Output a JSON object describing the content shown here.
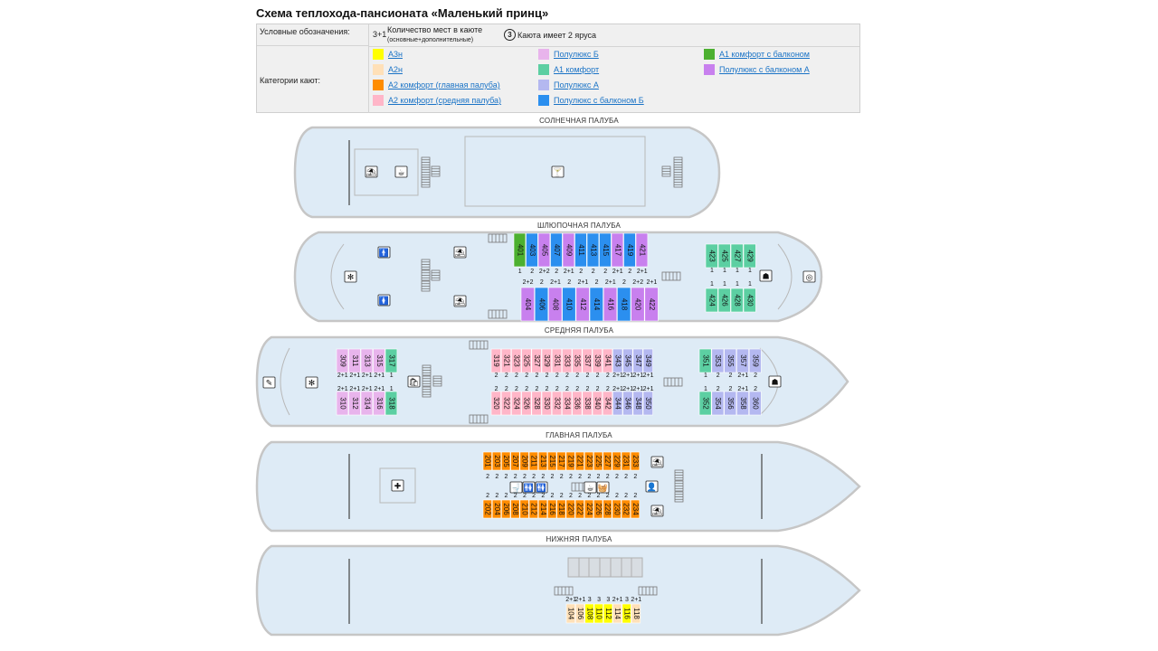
{
  "title": "Схема теплохода-пансионата «Маленький принц»",
  "legend": {
    "symbols_label": "Условные обозначения:",
    "categories_label": "Категории кают:",
    "example_places": "3+1",
    "places_desc": "Количество мест в каюте",
    "places_sub": "(основные+дополнительные)",
    "tier_icon": "3",
    "tier_desc": "Каюта имеет 2 яруса",
    "categories": [
      {
        "name": "А3н",
        "color": "#ffff00"
      },
      {
        "name": "А2н",
        "color": "#ffe0b8"
      },
      {
        "name": "А2 комфорт (главная палуба)",
        "color": "#ff8c00"
      },
      {
        "name": "А2 комфорт (средняя палуба)",
        "color": "#ffb6c8"
      },
      {
        "name": "Полулюкс Б",
        "color": "#e8b4ec"
      },
      {
        "name": "А1 комфорт",
        "color": "#5ccfa2"
      },
      {
        "name": "Полулюкс А",
        "color": "#b4b8f0"
      },
      {
        "name": "Полулюкс с балконом Б",
        "color": "#2b8fef"
      },
      {
        "name": "А1 комфорт с балконом",
        "color": "#4cb030"
      },
      {
        "name": "Полулюкс с балконом А",
        "color": "#c880ee"
      }
    ]
  },
  "decks": {
    "sun": "СОЛНЕЧНАЯ ПАЛУБА",
    "boat": "ШЛЮПОЧНАЯ ПАЛУБА",
    "middle": "СРЕДНЯЯ ПАЛУБА",
    "main": "ГЛАВНАЯ ПАЛУБА",
    "lower": "НИЖНЯЯ ПАЛУБА"
  },
  "cabins": {
    "boat_top": [
      {
        "n": "401",
        "c": "#4cb030",
        "o": "1"
      },
      {
        "n": "403",
        "c": "#2b8fef",
        "o": "2"
      },
      {
        "n": "405",
        "c": "#c880ee",
        "o": "2+2"
      },
      {
        "n": "407",
        "c": "#2b8fef",
        "o": "2"
      },
      {
        "n": "409",
        "c": "#c880ee",
        "o": "2+1"
      },
      {
        "n": "411",
        "c": "#2b8fef",
        "o": "2"
      },
      {
        "n": "413",
        "c": "#2b8fef",
        "o": "2"
      },
      {
        "n": "415",
        "c": "#2b8fef",
        "o": "2"
      },
      {
        "n": "417",
        "c": "#c880ee",
        "o": "2+1"
      },
      {
        "n": "419",
        "c": "#2b8fef",
        "o": "2"
      },
      {
        "n": "421",
        "c": "#c880ee",
        "o": "2+1"
      }
    ],
    "boat_bottom": [
      {
        "n": "404",
        "c": "#c880ee",
        "o": "2+2"
      },
      {
        "n": "406",
        "c": "#2b8fef",
        "o": "2"
      },
      {
        "n": "408",
        "c": "#c880ee",
        "o": "2+1"
      },
      {
        "n": "410",
        "c": "#2b8fef",
        "o": "2"
      },
      {
        "n": "412",
        "c": "#c880ee",
        "o": "2+1"
      },
      {
        "n": "414",
        "c": "#2b8fef",
        "o": "2"
      },
      {
        "n": "416",
        "c": "#c880ee",
        "o": "2+1"
      },
      {
        "n": "418",
        "c": "#2b8fef",
        "o": "2"
      },
      {
        "n": "420",
        "c": "#c880ee",
        "o": "2+2"
      },
      {
        "n": "422",
        "c": "#c880ee",
        "o": "2+1"
      }
    ],
    "boat_right_top": [
      {
        "n": "423",
        "c": "#5ccfa2",
        "o": "1"
      },
      {
        "n": "425",
        "c": "#5ccfa2",
        "o": "1"
      },
      {
        "n": "427",
        "c": "#5ccfa2",
        "o": "1"
      },
      {
        "n": "429",
        "c": "#5ccfa2",
        "o": "1"
      }
    ],
    "boat_right_bottom": [
      {
        "n": "424",
        "c": "#5ccfa2",
        "o": "1"
      },
      {
        "n": "426",
        "c": "#5ccfa2",
        "o": "1"
      },
      {
        "n": "428",
        "c": "#5ccfa2",
        "o": "1"
      },
      {
        "n": "430",
        "c": "#5ccfa2",
        "o": "1"
      }
    ],
    "mid_left_top": [
      {
        "n": "309",
        "c": "#e8b4ec",
        "o": "2+1"
      },
      {
        "n": "311",
        "c": "#e8b4ec",
        "o": "2+1"
      },
      {
        "n": "313",
        "c": "#e8b4ec",
        "o": "2+1"
      },
      {
        "n": "315",
        "c": "#e8b4ec",
        "o": "2+1"
      },
      {
        "n": "317",
        "c": "#5ccfa2",
        "o": "1"
      }
    ],
    "mid_left_bottom": [
      {
        "n": "310",
        "c": "#e8b4ec",
        "o": "2+1"
      },
      {
        "n": "312",
        "c": "#e8b4ec",
        "o": "2+1"
      },
      {
        "n": "314",
        "c": "#e8b4ec",
        "o": "2+1"
      },
      {
        "n": "316",
        "c": "#e8b4ec",
        "o": "2+1"
      },
      {
        "n": "318",
        "c": "#5ccfa2",
        "o": "1"
      }
    ],
    "mid_center_top": [
      {
        "n": "319",
        "c": "#ffb6c8",
        "o": "2"
      },
      {
        "n": "321",
        "c": "#ffb6c8",
        "o": "2"
      },
      {
        "n": "323",
        "c": "#ffb6c8",
        "o": "2"
      },
      {
        "n": "325",
        "c": "#ffb6c8",
        "o": "2"
      },
      {
        "n": "327",
        "c": "#ffb6c8",
        "o": "2"
      },
      {
        "n": "329",
        "c": "#ffb6c8",
        "o": "2"
      },
      {
        "n": "331",
        "c": "#ffb6c8",
        "o": "2"
      },
      {
        "n": "333",
        "c": "#ffb6c8",
        "o": "2"
      },
      {
        "n": "335",
        "c": "#ffb6c8",
        "o": "2"
      },
      {
        "n": "337",
        "c": "#ffb6c8",
        "o": "2"
      },
      {
        "n": "339",
        "c": "#ffb6c8",
        "o": "2"
      },
      {
        "n": "341",
        "c": "#ffb6c8",
        "o": "2"
      },
      {
        "n": "343",
        "c": "#b4b8f0",
        "o": "2+1"
      },
      {
        "n": "345",
        "c": "#b4b8f0",
        "o": "2+1"
      },
      {
        "n": "347",
        "c": "#b4b8f0",
        "o": "2+1"
      },
      {
        "n": "349",
        "c": "#b4b8f0",
        "o": "2+1"
      }
    ],
    "mid_center_bottom": [
      {
        "n": "320",
        "c": "#ffb6c8",
        "o": "2"
      },
      {
        "n": "322",
        "c": "#ffb6c8",
        "o": "2"
      },
      {
        "n": "324",
        "c": "#ffb6c8",
        "o": "2"
      },
      {
        "n": "326",
        "c": "#ffb6c8",
        "o": "2"
      },
      {
        "n": "328",
        "c": "#ffb6c8",
        "o": "2"
      },
      {
        "n": "330",
        "c": "#ffb6c8",
        "o": "2"
      },
      {
        "n": "332",
        "c": "#ffb6c8",
        "o": "2"
      },
      {
        "n": "334",
        "c": "#ffb6c8",
        "o": "2"
      },
      {
        "n": "336",
        "c": "#ffb6c8",
        "o": "2"
      },
      {
        "n": "338",
        "c": "#ffb6c8",
        "o": "2"
      },
      {
        "n": "340",
        "c": "#ffb6c8",
        "o": "2"
      },
      {
        "n": "342",
        "c": "#ffb6c8",
        "o": "2"
      },
      {
        "n": "344",
        "c": "#b4b8f0",
        "o": "2+1"
      },
      {
        "n": "346",
        "c": "#b4b8f0",
        "o": "2+1"
      },
      {
        "n": "348",
        "c": "#b4b8f0",
        "o": "2+1"
      },
      {
        "n": "350",
        "c": "#b4b8f0",
        "o": "2+1"
      }
    ],
    "mid_right_top": [
      {
        "n": "351",
        "c": "#5ccfa2",
        "o": "1"
      },
      {
        "n": "353",
        "c": "#b4b8f0",
        "o": "2"
      },
      {
        "n": "355",
        "c": "#b4b8f0",
        "o": "2"
      },
      {
        "n": "357",
        "c": "#b4b8f0",
        "o": "2+1"
      },
      {
        "n": "359",
        "c": "#b4b8f0",
        "o": "2"
      }
    ],
    "mid_right_bottom": [
      {
        "n": "352",
        "c": "#5ccfa2",
        "o": "1"
      },
      {
        "n": "354",
        "c": "#b4b8f0",
        "o": "2"
      },
      {
        "n": "356",
        "c": "#b4b8f0",
        "o": "2"
      },
      {
        "n": "358",
        "c": "#b4b8f0",
        "o": "2+1"
      },
      {
        "n": "360",
        "c": "#b4b8f0",
        "o": "2"
      }
    ],
    "main_top": [
      {
        "n": "201",
        "c": "#ff8c00",
        "o": "2"
      },
      {
        "n": "203",
        "c": "#ff8c00",
        "o": "2"
      },
      {
        "n": "205",
        "c": "#ff8c00",
        "o": "2"
      },
      {
        "n": "207",
        "c": "#ff8c00",
        "o": "2"
      },
      {
        "n": "209",
        "c": "#ff8c00",
        "o": "2"
      },
      {
        "n": "211",
        "c": "#ff8c00",
        "o": "2"
      },
      {
        "n": "213",
        "c": "#ff8c00",
        "o": "2"
      },
      {
        "n": "215",
        "c": "#ff8c00",
        "o": "2"
      },
      {
        "n": "217",
        "c": "#ff8c00",
        "o": "2"
      },
      {
        "n": "219",
        "c": "#ff8c00",
        "o": "2"
      },
      {
        "n": "221",
        "c": "#ff8c00",
        "o": "2"
      },
      {
        "n": "223",
        "c": "#ff8c00",
        "o": "2"
      },
      {
        "n": "225",
        "c": "#ff8c00",
        "o": "2"
      },
      {
        "n": "227",
        "c": "#ff8c00",
        "o": "2"
      },
      {
        "n": "229",
        "c": "#ff8c00",
        "o": "2"
      },
      {
        "n": "231",
        "c": "#ff8c00",
        "o": "2"
      },
      {
        "n": "233",
        "c": "#ff8c00",
        "o": "2"
      }
    ],
    "main_bottom": [
      {
        "n": "202",
        "c": "#ff8c00",
        "o": "2"
      },
      {
        "n": "204",
        "c": "#ff8c00",
        "o": "2"
      },
      {
        "n": "206",
        "c": "#ff8c00",
        "o": "2"
      },
      {
        "n": "208",
        "c": "#ff8c00",
        "o": "2"
      },
      {
        "n": "210",
        "c": "#ff8c00",
        "o": "2"
      },
      {
        "n": "212",
        "c": "#ff8c00",
        "o": "2"
      },
      {
        "n": "214",
        "c": "#ff8c00",
        "o": "2"
      },
      {
        "n": "216",
        "c": "#ff8c00",
        "o": "2"
      },
      {
        "n": "218",
        "c": "#ff8c00",
        "o": "2"
      },
      {
        "n": "220",
        "c": "#ff8c00",
        "o": "2"
      },
      {
        "n": "222",
        "c": "#ff8c00",
        "o": "2"
      },
      {
        "n": "224",
        "c": "#ff8c00",
        "o": "2"
      },
      {
        "n": "226",
        "c": "#ff8c00",
        "o": "2"
      },
      {
        "n": "228",
        "c": "#ff8c00",
        "o": "2"
      },
      {
        "n": "230",
        "c": "#ff8c00",
        "o": "2"
      },
      {
        "n": "232",
        "c": "#ff8c00",
        "o": "2"
      },
      {
        "n": "234",
        "c": "#ff8c00",
        "o": "2"
      }
    ],
    "lower": [
      {
        "n": "104",
        "c": "#ffe0b8",
        "o": "2+1"
      },
      {
        "n": "106",
        "c": "#ffe0b8",
        "o": "2+1"
      },
      {
        "n": "108",
        "c": "#ffff00",
        "o": "3"
      },
      {
        "n": "110",
        "c": "#ffff00",
        "o": "3"
      },
      {
        "n": "112",
        "c": "#ffff00",
        "o": "3"
      },
      {
        "n": "114",
        "c": "#ffe0b8",
        "o": "2+1"
      },
      {
        "n": "116",
        "c": "#ffff00",
        "o": "3"
      },
      {
        "n": "118",
        "c": "#ffe0b8",
        "o": "2+1"
      }
    ]
  },
  "icons": [
    "sun-lounger-icon",
    "bar-icon",
    "restaurant-icon",
    "lifebuoy-icon",
    "toilet-icon",
    "deckchair-icon",
    "stairs-icon",
    "medical-icon",
    "iron-icon",
    "theater-icon",
    "shop-icon"
  ]
}
